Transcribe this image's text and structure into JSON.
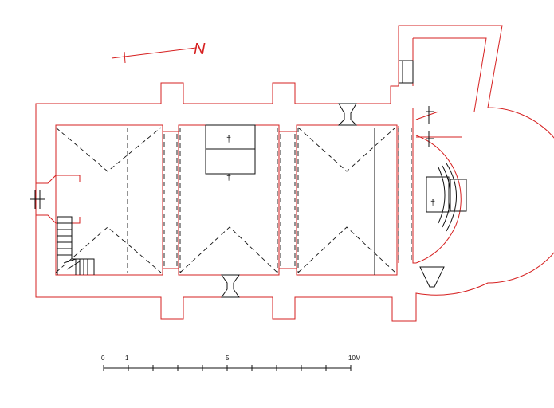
{
  "north_arrow": {
    "letter": "N"
  },
  "scale_bar": {
    "labels": [
      "0",
      "1",
      "5",
      "10M"
    ]
  },
  "colors": {
    "outline": "#d62020",
    "interior": "#111111"
  }
}
